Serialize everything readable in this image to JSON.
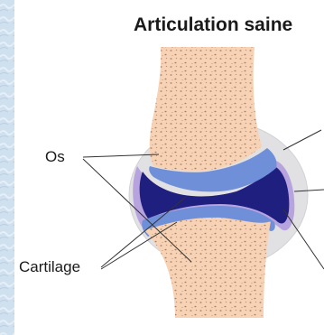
{
  "title": "Articulation saine",
  "labels": {
    "bone": "Os",
    "cartilage": "Cartilage"
  },
  "colors": {
    "bone": "#f8d2b4",
    "bone_pores": "#9a7560",
    "cartilage": "#6f8fd9",
    "synovial_fluid": "#1f1f80",
    "capsule_membrane": "#a98fd6",
    "capsule": "#e1e1e3",
    "background": "#cfe0ef",
    "panel": "#ffffff"
  },
  "icons": {
    "joint": "knee-joint-cross-section-illustration"
  }
}
